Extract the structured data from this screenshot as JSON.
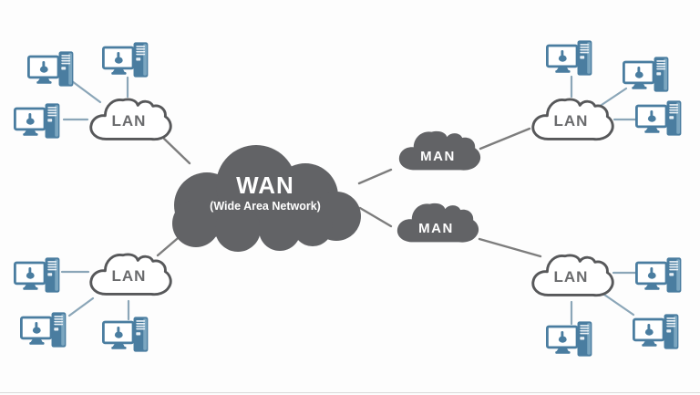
{
  "diagram": {
    "type": "network-topology",
    "background": "#fdfdfd"
  },
  "labels": {
    "wan": "WAN",
    "wan_subtitle": "(Wide Area Network)",
    "man": "MAN",
    "lan": "LAN"
  },
  "nodes": [
    {
      "id": "wan",
      "label": "WAN",
      "sublabel": "(Wide Area Network)",
      "kind": "cloud",
      "style": "solid-dark"
    },
    {
      "id": "man-top",
      "label": "MAN",
      "kind": "cloud",
      "style": "solid-dark"
    },
    {
      "id": "man-bottom",
      "label": "MAN",
      "kind": "cloud",
      "style": "solid-dark"
    },
    {
      "id": "lan-top-left",
      "label": "LAN",
      "kind": "cloud",
      "style": "outline"
    },
    {
      "id": "lan-top-right",
      "label": "LAN",
      "kind": "cloud",
      "style": "outline"
    },
    {
      "id": "lan-bottom-left",
      "label": "LAN",
      "kind": "cloud",
      "style": "outline"
    },
    {
      "id": "lan-bottom-right",
      "label": "LAN",
      "kind": "cloud",
      "style": "outline"
    },
    {
      "id": "computers",
      "kind": "desktop-computer-icon",
      "count": 12,
      "per_lan": 3
    }
  ],
  "edges": [
    {
      "from": "lan-top-left",
      "to": "wan",
      "style": "gray"
    },
    {
      "from": "lan-bottom-left",
      "to": "wan",
      "style": "gray"
    },
    {
      "from": "wan",
      "to": "man-top",
      "style": "gray"
    },
    {
      "from": "wan",
      "to": "man-bottom",
      "style": "gray"
    },
    {
      "from": "man-top",
      "to": "lan-top-right",
      "style": "gray"
    },
    {
      "from": "man-bottom",
      "to": "lan-bottom-right",
      "style": "gray"
    },
    {
      "from": "each-computer",
      "to": "local-lan-cloud",
      "style": "blue",
      "count": 12
    }
  ],
  "icons": {
    "computer": "desktop-computer-with-tower-icon",
    "cloud": "cloud-shape"
  },
  "colors": {
    "cloud_dark": "#626366",
    "lan_cloud_outline": "#57585a",
    "lan_cloud_fill": "#ffffff",
    "lan_text": "#6a6b6d",
    "cloud_text": "#ffffff",
    "computer_blue": "#4a7da0",
    "computer_blue_light": "#7ba6c0",
    "line_computer": "#8ba6b8",
    "line_backbone": "#7d7d7d",
    "bottom_rule": "#d9d9d9"
  }
}
